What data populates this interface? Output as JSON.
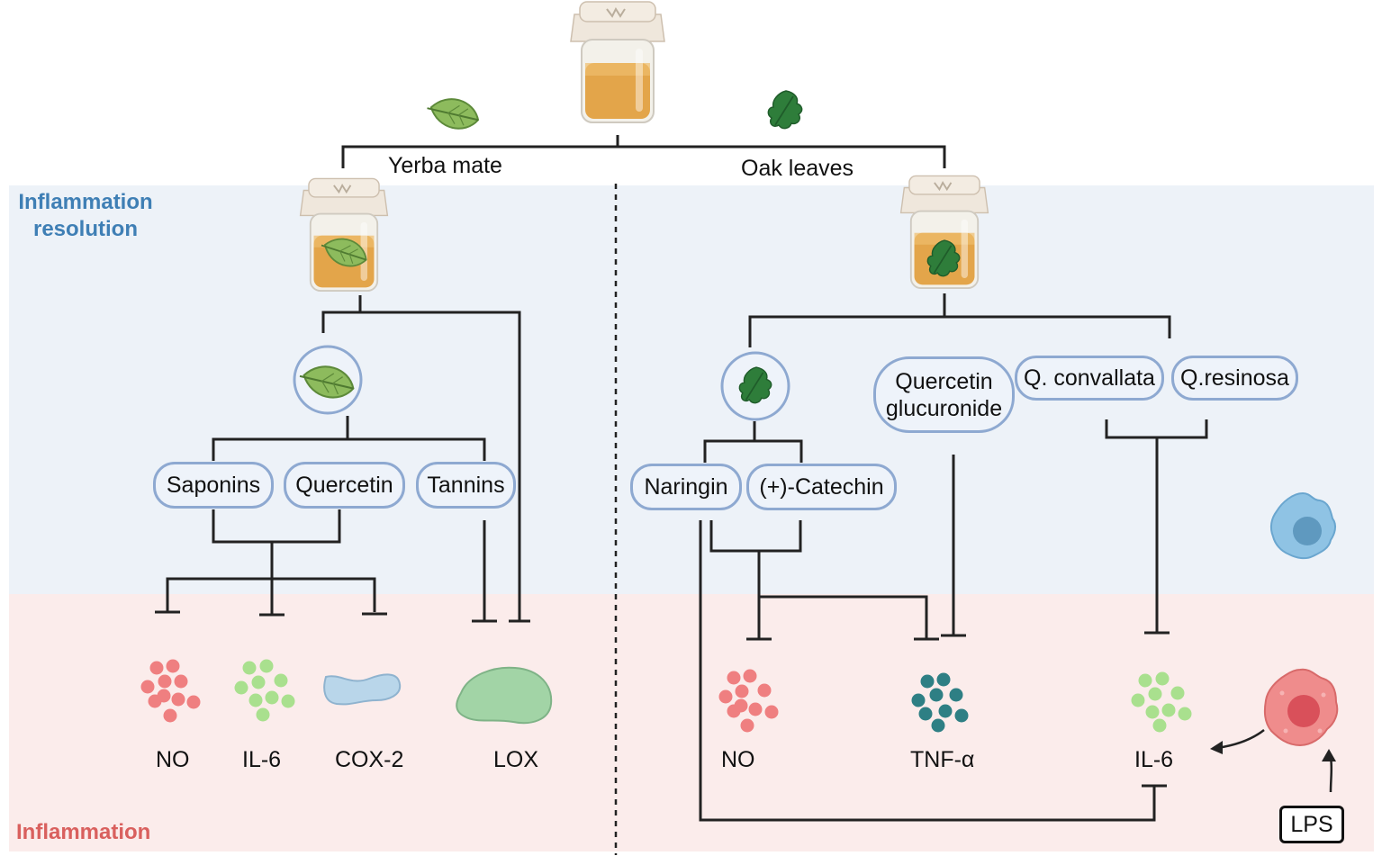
{
  "colors": {
    "resolution_bg": "#edf2f8",
    "inflammation_bg": "#fbeceb",
    "resolution_text": "#3f7fb5",
    "inflammation_text": "#d9605e",
    "pill_border": "#8ea9d1",
    "no_dots": "#ef7f80",
    "il6_dots": "#a9e08e",
    "tnf_dots": "#2e7f84",
    "cox2": "#b9d6ea",
    "lox": "#a2d4a6",
    "tea": "#e3a54a"
  },
  "regions": {
    "resolution_title": "Inflammation resolution",
    "inflammation_title": "Inflammation"
  },
  "sources": {
    "yerba_mate": "Yerba mate",
    "oak_leaves": "Oak leaves"
  },
  "yerba_compounds": {
    "saponins": "Saponins",
    "quercetin": "Quercetin",
    "tannins": "Tannins"
  },
  "oak_compounds": {
    "naringin": "Naringin",
    "catechin": "(+)-Catechin",
    "quercetin_glucuronide": "Quercetin glucuronide",
    "q_convallata": "Q. convallata",
    "q_resinosa": "Q.resinosa"
  },
  "yerba_targets": {
    "no": "NO",
    "il6": "IL-6",
    "cox2": "COX-2",
    "lox": "LOX"
  },
  "oak_targets": {
    "no": "NO",
    "tnf": "TNF-α",
    "il6": "IL-6"
  },
  "stimulus": {
    "lps": "LPS"
  },
  "icons": [
    "tea-jar-icon",
    "yerba-leaf-icon",
    "oak-leaf-icon",
    "macrophage-resting-icon",
    "macrophage-activated-icon"
  ]
}
